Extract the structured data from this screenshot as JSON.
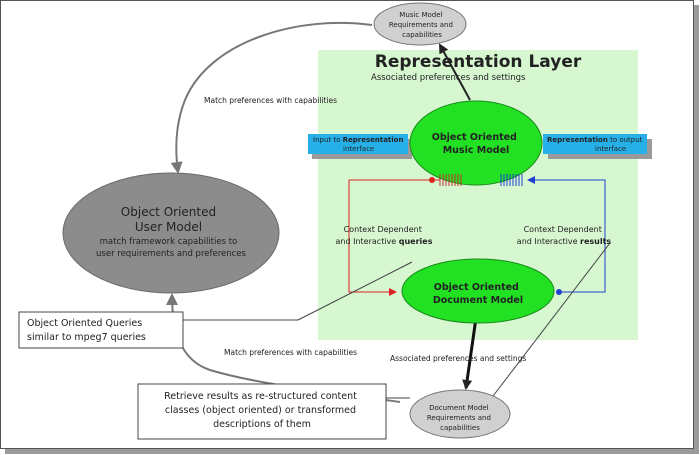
{
  "layer_title": "Representation Layer",
  "layer_subtitle": "Associated preferences and settings",
  "music_req_node": {
    "line1": "Music Model",
    "line2": "Requirements and",
    "line3": "capabilities"
  },
  "doc_req_node": {
    "line1": "Document Model",
    "line2": "Requirements and",
    "line3": "capabilities"
  },
  "music_model_node": {
    "line1": "Object Oriented",
    "line2": "Music Model"
  },
  "doc_model_node": {
    "line1": "Object Oriented",
    "line2": "Document Model"
  },
  "user_model_node": {
    "line1": "Object Oriented",
    "line2": "User Model",
    "line3": "match framework capabilities to",
    "line4": "user requirements and preferences"
  },
  "input_interface": {
    "pre": "Input to ",
    "bold": "Representation",
    "line2": "interface"
  },
  "output_interface": {
    "bold": "Representation",
    "post": " to output",
    "line2": "interface"
  },
  "labels": {
    "match_top": "Match preferences with capabilities",
    "match_bottom": "Match preferences with capabilities",
    "assoc_bottom": "Associated preferences and settings",
    "context_left_1": "Context Dependent",
    "context_left_2a": "and Interactive ",
    "context_left_2b": "queries",
    "context_right_1": "Context Dependent",
    "context_right_2a": "and Interactive ",
    "context_right_2b": "results"
  },
  "callout_queries": {
    "line1": "Object Oriented Queries",
    "line2": "similar to mpeg7 queries"
  },
  "callout_results": {
    "line1": "Retrieve results as re-structured content",
    "line2": "classes (object oriented) or transformed",
    "line3": "descriptions of them"
  },
  "colors": {
    "layer_bg": "#d6f7d0",
    "green_node": "#22e022",
    "gray_node": "#8c8c8c",
    "light_gray_node": "#d0d0d0",
    "interface_bar": "#27b0e8",
    "query_arrow": "#e02020",
    "result_arrow": "#2040d0"
  }
}
